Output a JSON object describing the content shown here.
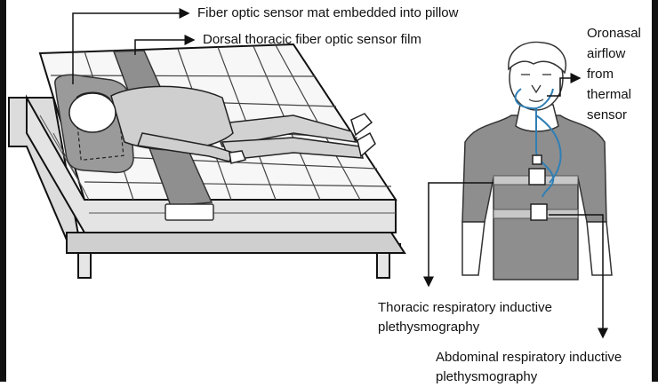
{
  "labels": {
    "pillow_sensor": "Fiber optic sensor mat embedded into pillow",
    "dorsal_sensor": "Dorsal thoracic fiber optic sensor film",
    "oronasal": [
      "Oronasal",
      "airflow",
      "from",
      "thermal",
      "sensor"
    ],
    "thoracic_rip": [
      "Thoracic respiratory inductive",
      "plethysmography"
    ],
    "abdominal_rip": [
      "Abdominal respiratory inductive",
      "plethysmography"
    ]
  }
}
